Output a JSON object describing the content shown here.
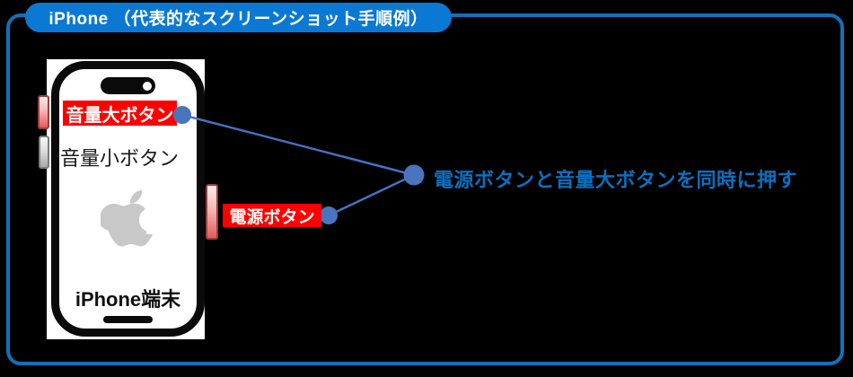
{
  "colors": {
    "background": "#000000",
    "frame_border": "#1171bb",
    "title_bg": "#0b79d4",
    "title_text": "#ffffff",
    "label_bg": "#ff0000",
    "label_text": "#ffffff",
    "connector": "#4472c4",
    "connector_dot": "#4a74be",
    "instruction_text": "#0a70c0",
    "apple_logo": "#c8c8c8",
    "phone_body": "#0a0a0a",
    "screen_bg": "#ffffff"
  },
  "header": {
    "title": "iPhone （代表的なスクリーンショット手順例）"
  },
  "phone": {
    "device_label": "iPhone端末",
    "volume_up_label": "音量大ボタン",
    "volume_down_label": "音量小ボタン",
    "power_label": "電源ボタン"
  },
  "instruction": {
    "text": "電源ボタンと音量大ボタンを同時に押す"
  }
}
